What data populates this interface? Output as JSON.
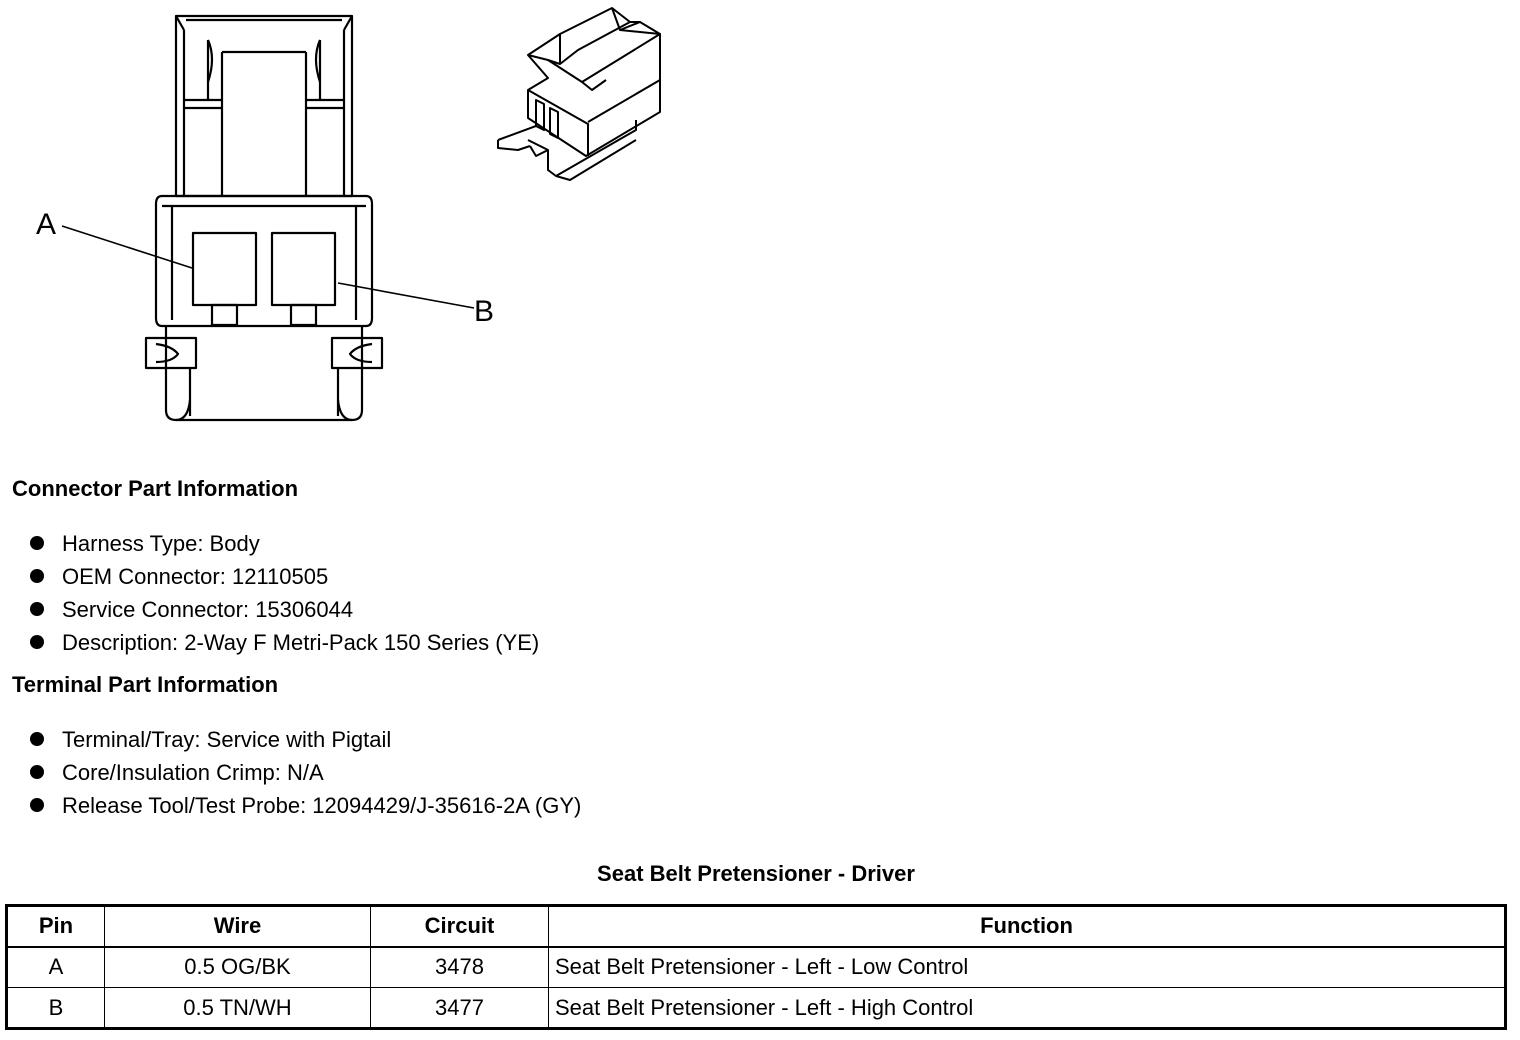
{
  "diagram": {
    "callout_a": "A",
    "callout_b": "B"
  },
  "connector_info": {
    "title": "Connector Part Information",
    "items": [
      "Harness Type: Body",
      "OEM Connector: 12110505",
      "Service Connector: 15306044",
      "Description: 2-Way F Metri-Pack 150 Series (YE)"
    ]
  },
  "terminal_info": {
    "title": "Terminal Part Information",
    "items": [
      "Terminal/Tray: Service with Pigtail",
      "Core/Insulation Crimp: N/A",
      "Release Tool/Test Probe: 12094429/J-35616-2A (GY)"
    ]
  },
  "pin_table": {
    "title": "Seat Belt Pretensioner - Driver",
    "headers": [
      "Pin",
      "Wire",
      "Circuit",
      "Function"
    ],
    "rows": [
      [
        "A",
        "0.5 OG/BK",
        "3478",
        "Seat Belt Pretensioner - Left - Low Control"
      ],
      [
        "B",
        "0.5 TN/WH",
        "3477",
        "Seat Belt Pretensioner - Left - High Control"
      ]
    ]
  }
}
